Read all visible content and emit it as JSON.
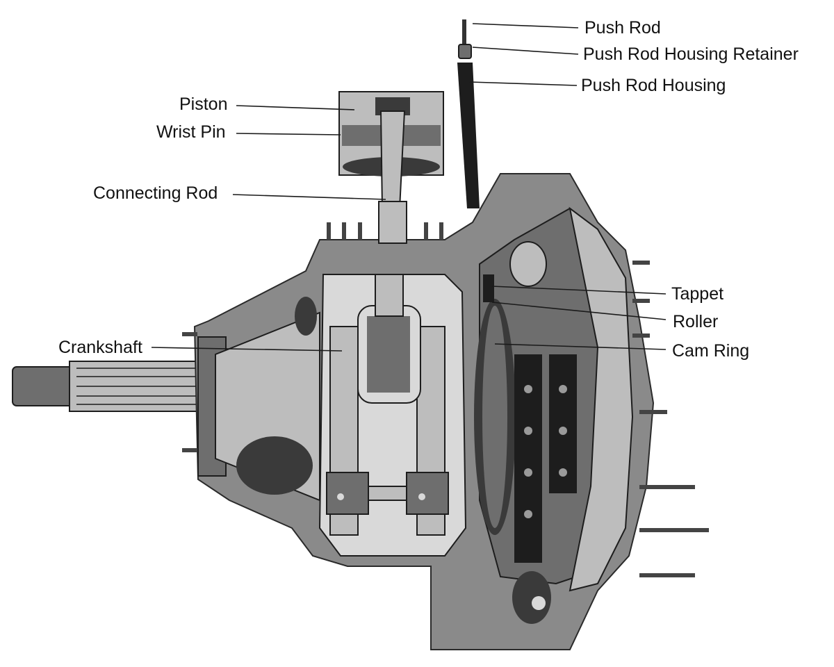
{
  "labels": {
    "push_rod": "Push Rod",
    "push_rod_housing_retainer": "Push Rod Housing Retainer",
    "push_rod_housing": "Push Rod Housing",
    "piston": "Piston",
    "wrist_pin": "Wrist Pin",
    "connecting_rod": "Connecting Rod",
    "tappet": "Tappet",
    "roller": "Roller",
    "crankshaft": "Crankshaft",
    "cam_ring": "Cam Ring"
  }
}
